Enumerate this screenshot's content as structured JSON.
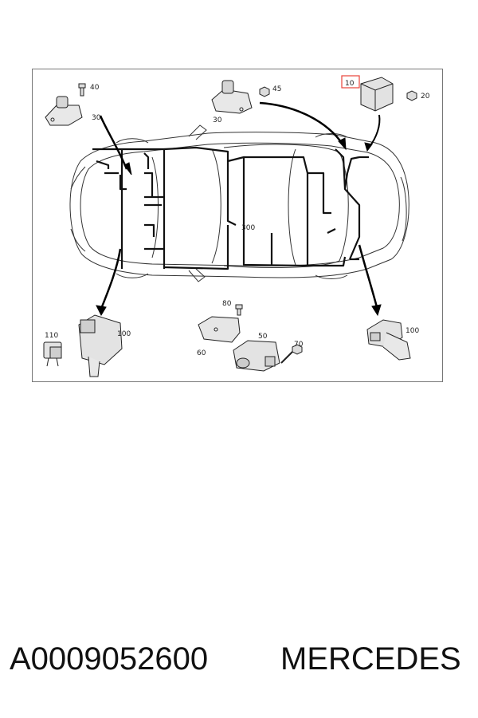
{
  "diagram": {
    "callouts": {
      "c10": "10",
      "c20": "20",
      "c30_left": "30",
      "c40": "40",
      "c30_center": "30",
      "c45": "45",
      "c300": "300",
      "c80": "80",
      "c60": "60",
      "c50": "50",
      "c70": "70",
      "c110": "110",
      "c100_left": "100",
      "c100_right": "100"
    },
    "highlight_color": "#e8433a"
  },
  "footer": {
    "part_number": "A0009052600",
    "brand": "MERCEDES"
  }
}
